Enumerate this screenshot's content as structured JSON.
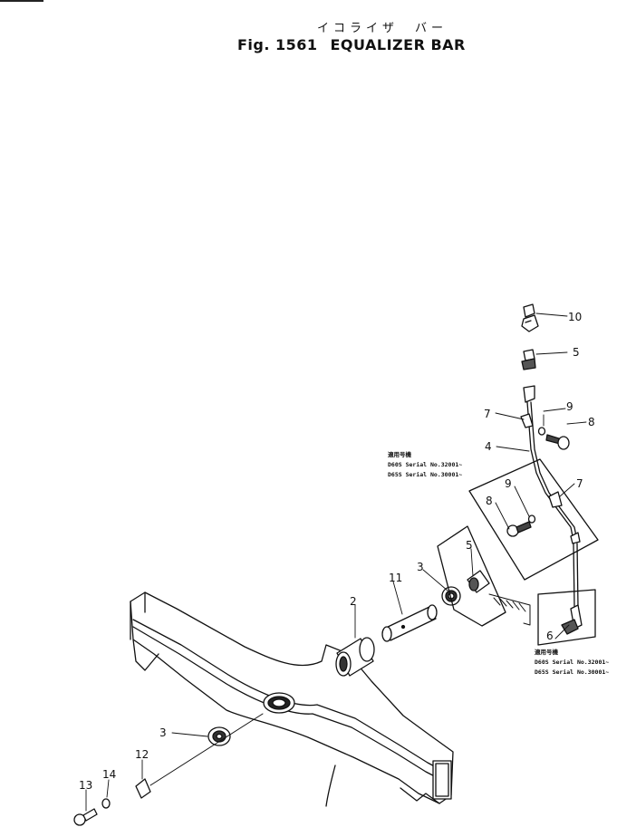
{
  "header": {
    "title_japanese": "イコライザ　バー",
    "fig_label": "Fig.",
    "fig_number": "1561",
    "title": "EQUALIZER BAR"
  },
  "callouts": [
    "10",
    "5",
    "9",
    "7",
    "8",
    "4",
    "9",
    "7",
    "8",
    "5",
    "3",
    "11",
    "2",
    "6",
    "3",
    "12",
    "14",
    "13"
  ],
  "applicability_notes": [
    {
      "heading": "適用号機",
      "lines": [
        "D60S Serial No.32001~",
        "D65S Serial No.30001~"
      ]
    },
    {
      "heading": "適用号機",
      "lines": [
        "D60S Serial No.32001~",
        "D65S Serial No.30001~"
      ]
    }
  ]
}
